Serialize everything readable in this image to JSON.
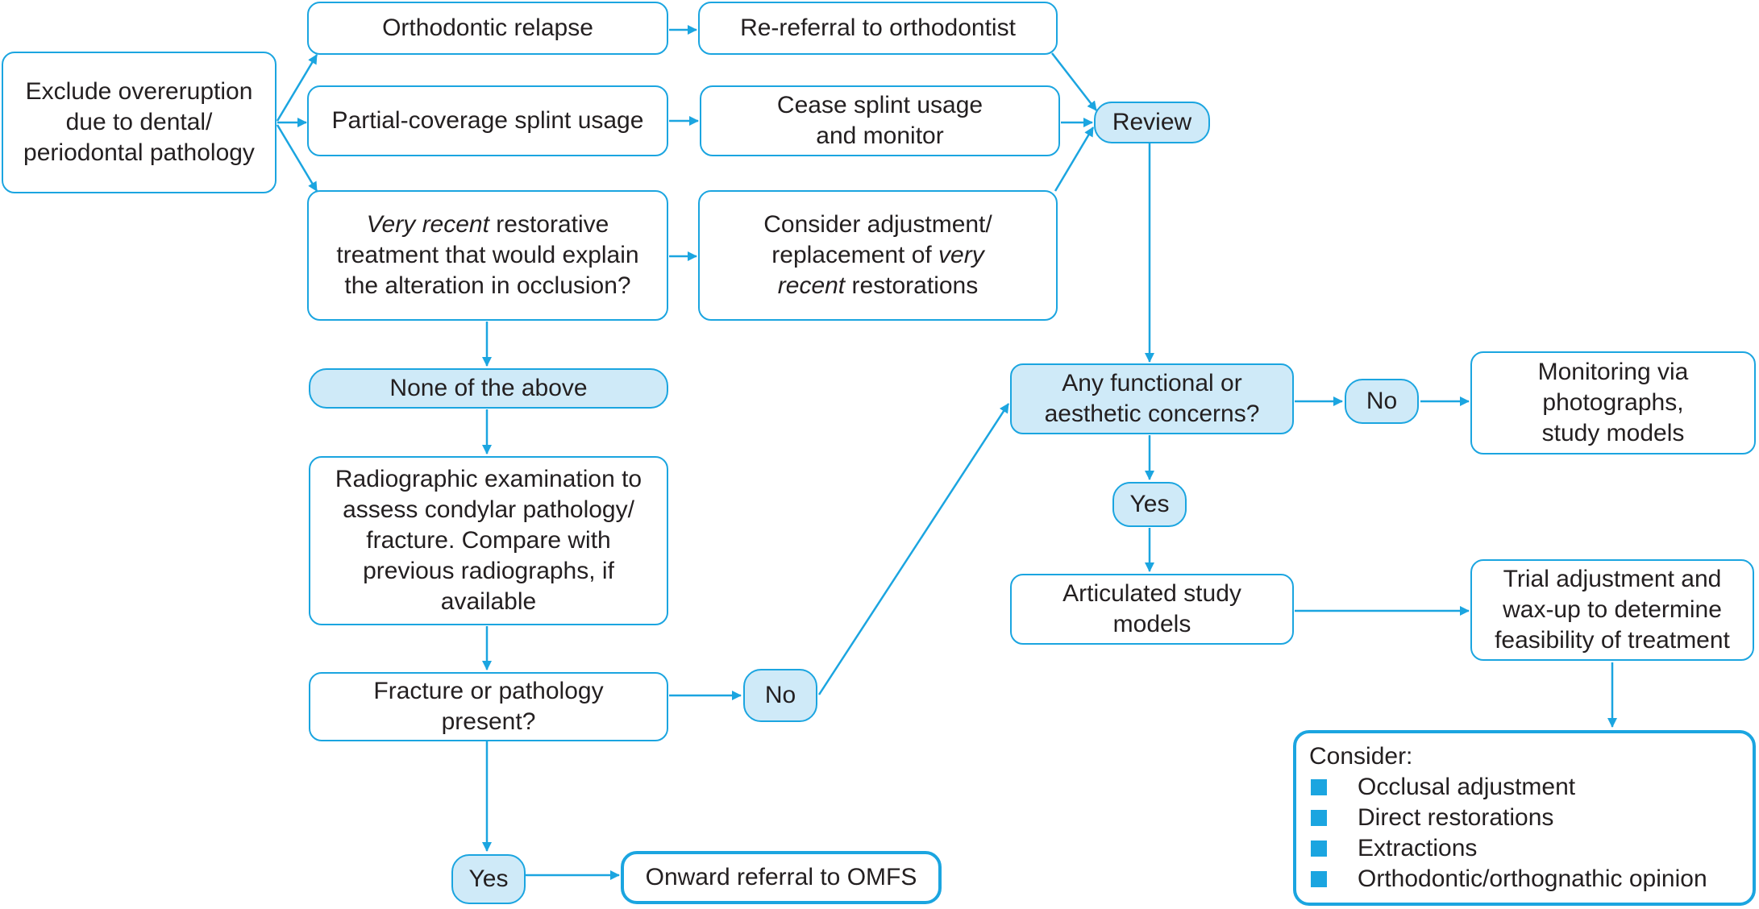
{
  "colors": {
    "accent": "#1ba5e0",
    "fill": "#cfeaf8",
    "text": "#231f20"
  },
  "nodes": {
    "exclude": "Exclude overeruption due to dental/ periodontal pathology",
    "relapse": "Orthodontic relapse",
    "rereferral": "Re-referral to orthodontist",
    "splint": "Partial-coverage splint usage",
    "cease": "Cease splint usage and monitor",
    "recent_em": "Very recent",
    "recent_rest": " restorative treatment that would explain the alteration in occlusion?",
    "adjust_pre": "Consider adjustment/ replacement of ",
    "adjust_em": "very recent",
    "adjust_post": " restorations",
    "review": "Review",
    "none": "None of the above",
    "radio": "Radiographic examination to assess condylar pathology/ fracture. Compare with previous radiographs, if available",
    "fracture": "Fracture or pathology present?",
    "no1": "No",
    "yes1": "Yes",
    "omfs": "Onward referral to OMFS",
    "concerns": "Any functional or aesthetic concerns?",
    "no2": "No",
    "monitoring": "Monitoring via photographs, study models",
    "yes2": "Yes",
    "articulated": "Articulated study models",
    "trial": "Trial adjustment and wax-up to determine feasibility of treatment",
    "consider": {
      "title": "Consider:",
      "items": [
        "Occlusal adjustment",
        "Direct restorations",
        "Extractions",
        "Orthodontic/orthognathic opinion"
      ]
    }
  }
}
